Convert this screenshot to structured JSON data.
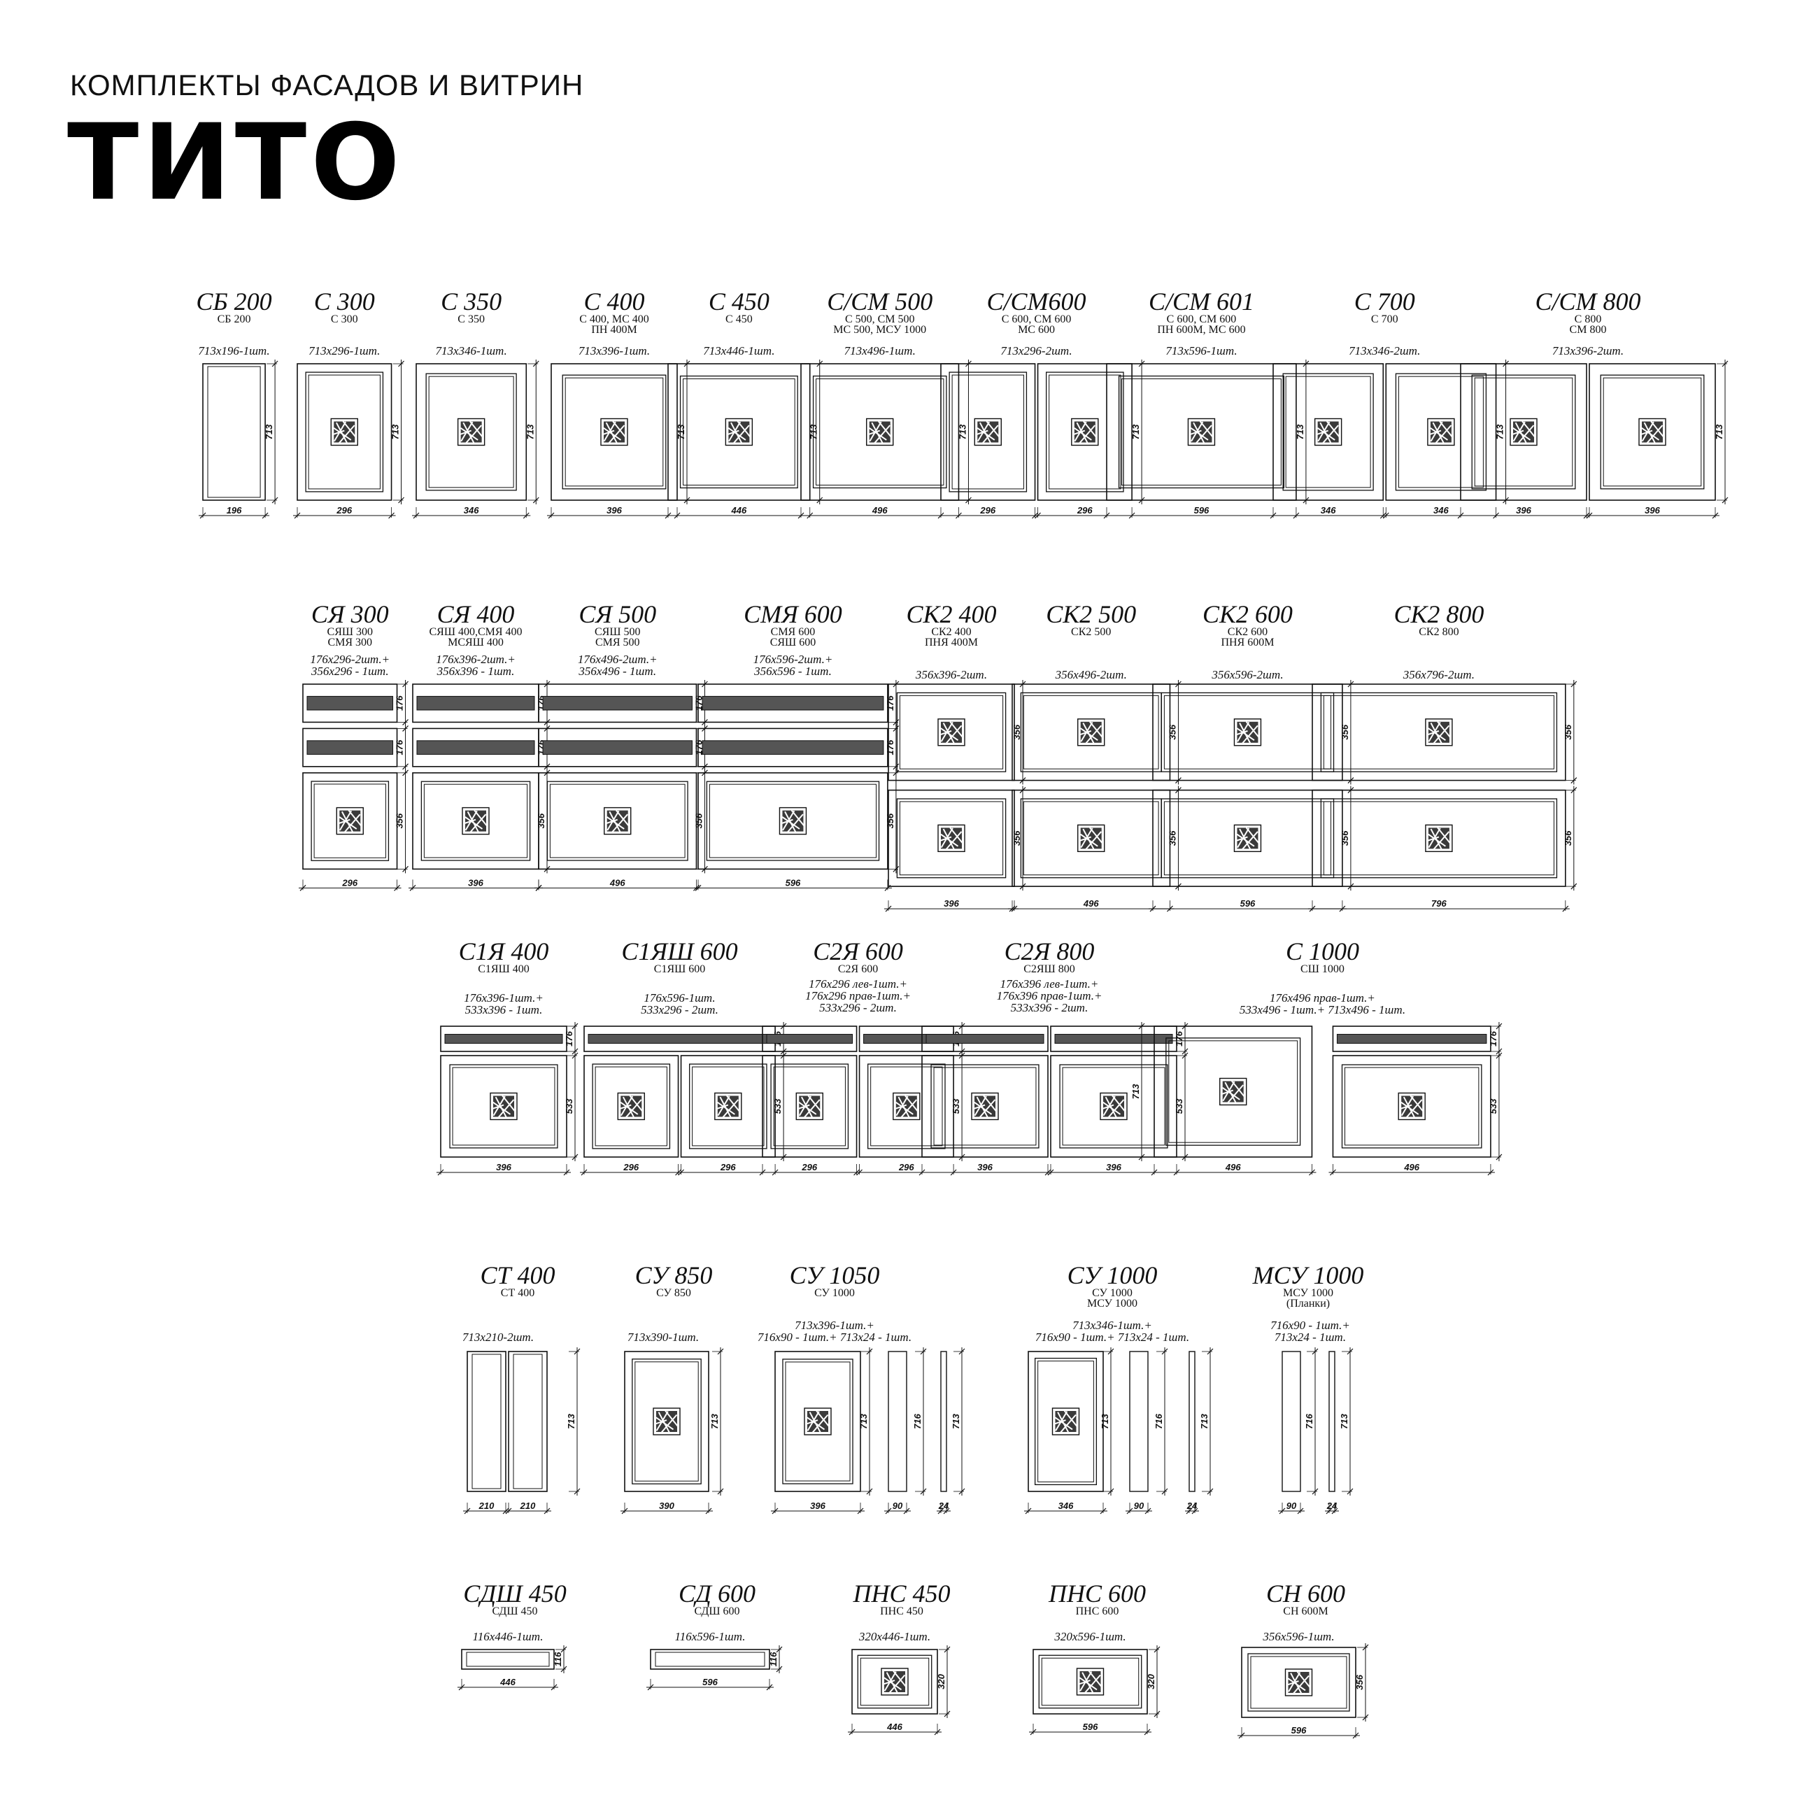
{
  "header": {
    "subtitle": "КОМПЛЕКТЫ ФАСАДОВ И ВИТРИН",
    "title": "ТИТО"
  },
  "modules": [
    {
      "id": "sb200",
      "name": "СБ 200",
      "sub": [
        "СБ 200"
      ],
      "spec": [
        "713x196-1шт."
      ],
      "widths": [
        "196"
      ],
      "heights": [
        "713"
      ]
    },
    {
      "id": "c300",
      "name": "С 300",
      "sub": [
        "С 300"
      ],
      "spec": [
        "713x296-1шт."
      ],
      "widths": [
        "296"
      ],
      "heights": [
        "713"
      ]
    },
    {
      "id": "c350",
      "name": "С 350",
      "sub": [
        "С 350"
      ],
      "spec": [
        "713x346-1шт."
      ],
      "widths": [
        "346"
      ],
      "heights": [
        "713"
      ]
    },
    {
      "id": "c400",
      "name": "С 400",
      "sub": [
        "С 400, МС 400",
        "ПН 400М"
      ],
      "spec": [
        "713x396-1шт."
      ],
      "widths": [
        "396"
      ],
      "heights": [
        "713"
      ]
    },
    {
      "id": "c450",
      "name": "С 450",
      "sub": [
        "С 450"
      ],
      "spec": [
        "713x446-1шт."
      ],
      "widths": [
        "446"
      ],
      "heights": [
        "713"
      ]
    },
    {
      "id": "csm500",
      "name": "С/СМ 500",
      "sub": [
        "С 500, СМ 500",
        "МС 500, МСУ 1000"
      ],
      "spec": [
        "713x496-1шт."
      ],
      "widths": [
        "496"
      ],
      "heights": [
        "713"
      ]
    },
    {
      "id": "csm600",
      "name": "С/СМ600",
      "sub": [
        "С 600, СМ 600",
        "МС 600"
      ],
      "spec": [
        "713x296-2шт."
      ],
      "widths": [
        "296",
        "296"
      ],
      "heights": [
        "713"
      ]
    },
    {
      "id": "csm601",
      "name": "С/СМ 601",
      "sub": [
        "С 600, СМ 600",
        "ПН 600М, МС 600"
      ],
      "spec": [
        "713x596-1шт."
      ],
      "widths": [
        "596"
      ],
      "heights": [
        "713"
      ]
    },
    {
      "id": "c700",
      "name": "С 700",
      "sub": [
        "С 700"
      ],
      "spec": [
        "713x346-2шт."
      ],
      "widths": [
        "346",
        "346"
      ],
      "heights": [
        "713"
      ]
    },
    {
      "id": "csm800",
      "name": "С/СМ 800",
      "sub": [
        "С 800",
        "СМ 800"
      ],
      "spec": [
        "713x396-2шт."
      ],
      "widths": [
        "396",
        "396"
      ],
      "heights": [
        "713"
      ]
    },
    {
      "id": "sya300",
      "name": "СЯ 300",
      "sub": [
        "СЯШ 300",
        "СМЯ 300"
      ],
      "spec": [
        "176x296-2шт.+",
        "356x296 - 1шт."
      ],
      "widths": [
        "296"
      ],
      "heights": [
        "176",
        "176",
        "356"
      ]
    },
    {
      "id": "sya400",
      "name": "СЯ 400",
      "sub": [
        "СЯШ 400,СМЯ 400",
        "МСЯШ 400"
      ],
      "spec": [
        "176x396-2шт.+",
        "356x396 - 1шт."
      ],
      "widths": [
        "396"
      ],
      "heights": [
        "176",
        "176",
        "356"
      ]
    },
    {
      "id": "sya500",
      "name": "СЯ 500",
      "sub": [
        "СЯШ 500",
        "СМЯ 500"
      ],
      "spec": [
        "176x496-2шт.+",
        "356x496 - 1шт."
      ],
      "widths": [
        "496"
      ],
      "heights": [
        "176",
        "176",
        "356"
      ]
    },
    {
      "id": "smya600",
      "name": "СМЯ 600",
      "sub": [
        "СМЯ 600",
        "СЯШ 600"
      ],
      "spec": [
        "176x596-2шт.+",
        "356x596 - 1шт."
      ],
      "widths": [
        "596"
      ],
      "heights": [
        "176",
        "176",
        "356"
      ]
    },
    {
      "id": "sk2400",
      "name": "СК2 400",
      "sub": [
        "СК2 400",
        "ПНЯ 400М"
      ],
      "spec": [
        "356x396-2шт."
      ],
      "widths": [
        "396"
      ],
      "heights": [
        "356",
        "356"
      ]
    },
    {
      "id": "sk2500",
      "name": "СК2 500",
      "sub": [
        "СК2 500"
      ],
      "spec": [
        "356x496-2шт."
      ],
      "widths": [
        "496"
      ],
      "heights": [
        "356",
        "356"
      ]
    },
    {
      "id": "sk2600",
      "name": "СК2 600",
      "sub": [
        "СК2 600",
        "ПНЯ 600М"
      ],
      "spec": [
        "356x596-2шт."
      ],
      "widths": [
        "596"
      ],
      "heights": [
        "356",
        "356"
      ]
    },
    {
      "id": "sk2800",
      "name": "СК2 800",
      "sub": [
        "СК2 800"
      ],
      "spec": [
        "356x796-2шт."
      ],
      "widths": [
        "796"
      ],
      "heights": [
        "356",
        "356"
      ]
    },
    {
      "id": "c1ya400",
      "name": "С1Я 400",
      "sub": [
        "С1ЯШ 400"
      ],
      "spec": [
        "176x396-1шт.+",
        "533x396 - 1шт."
      ],
      "widths": [
        "396"
      ],
      "heights": [
        "176",
        "533"
      ]
    },
    {
      "id": "c1yash600",
      "name": "С1ЯШ 600",
      "sub": [
        "С1ЯШ 600"
      ],
      "spec": [
        "176x596-1шт.",
        "533x296 - 2шт."
      ],
      "widths": [
        "296",
        "296"
      ],
      "heights": [
        "176",
        "533"
      ]
    },
    {
      "id": "c2ya600",
      "name": "С2Я 600",
      "sub": [
        "С2Я 600"
      ],
      "spec": [
        "176x296 лев-1шт.+",
        "176x296 прав-1шт.+",
        "533x296 - 2шт."
      ],
      "widths": [
        "296",
        "296"
      ],
      "heights": [
        "176",
        "533"
      ]
    },
    {
      "id": "c2ya800",
      "name": "С2Я 800",
      "sub": [
        "С2ЯШ 800"
      ],
      "spec": [
        "176x396 лев-1шт.+",
        "176x396 прав-1шт.+",
        "533x396 - 2шт."
      ],
      "widths": [
        "396",
        "396"
      ],
      "heights": [
        "176",
        "533"
      ]
    },
    {
      "id": "c1000",
      "name": "С 1000",
      "sub": [
        "СШ 1000"
      ],
      "spec": [
        "176x496 прав-1шт.+",
        "533x496 - 1шт.+ 713x496 - 1шт."
      ],
      "widths": [
        "496",
        "496"
      ],
      "heights": [
        "713",
        "176",
        "533"
      ]
    },
    {
      "id": "ct400",
      "name": "СТ 400",
      "sub": [
        "СТ 400"
      ],
      "spec": [
        "713x210-2шт."
      ],
      "widths": [
        "210",
        "210"
      ],
      "heights": [
        "713"
      ]
    },
    {
      "id": "su850",
      "name": "СУ 850",
      "sub": [
        "СУ 850"
      ],
      "spec": [
        "713x390-1шт."
      ],
      "widths": [
        "390"
      ],
      "heights": [
        "713"
      ]
    },
    {
      "id": "su1050",
      "name": "СУ 1050",
      "sub": [
        "СУ 1000"
      ],
      "spec": [
        "713x396-1шт.+",
        "716x90 - 1шт.+ 713x24 - 1шт."
      ],
      "widths": [
        "396",
        "90",
        "24"
      ],
      "heights": [
        "713",
        "716",
        "713"
      ]
    },
    {
      "id": "su1000",
      "name": "СУ 1000",
      "sub": [
        "СУ 1000",
        "МСУ 1000"
      ],
      "spec": [
        "713x346-1шт.+",
        "716x90 - 1шт.+ 713x24 - 1шт."
      ],
      "widths": [
        "346",
        "90",
        "24"
      ],
      "heights": [
        "713",
        "716",
        "713"
      ]
    },
    {
      "id": "msu1000",
      "name": "МСУ 1000",
      "sub": [
        "МСУ 1000",
        "(Планки)"
      ],
      "spec": [
        "716x90 - 1шт.+",
        "713x24 - 1шт."
      ],
      "widths": [
        "90",
        "24"
      ],
      "heights": [
        "716",
        "713"
      ]
    },
    {
      "id": "sdsh450",
      "name": "СДШ 450",
      "sub": [
        "СДШ 450"
      ],
      "spec": [
        "116x446-1шт."
      ],
      "widths": [
        "446"
      ],
      "heights": [
        "116"
      ]
    },
    {
      "id": "sd600",
      "name": "СД 600",
      "sub": [
        "СДШ 600"
      ],
      "spec": [
        "116x596-1шт."
      ],
      "widths": [
        "596"
      ],
      "heights": [
        "116"
      ]
    },
    {
      "id": "pns450",
      "name": "ПНС 450",
      "sub": [
        "ПНС 450"
      ],
      "spec": [
        "320x446-1шт."
      ],
      "widths": [
        "446"
      ],
      "heights": [
        "320"
      ]
    },
    {
      "id": "pns600",
      "name": "ПНС 600",
      "sub": [
        "ПНС 600"
      ],
      "spec": [
        "320x596-1шт."
      ],
      "widths": [
        "596"
      ],
      "heights": [
        "320"
      ]
    },
    {
      "id": "sn600",
      "name": "СН 600",
      "sub": [
        "СН 600М"
      ],
      "spec": [
        "356x596-1шт."
      ],
      "widths": [
        "596"
      ],
      "heights": [
        "356"
      ]
    }
  ]
}
